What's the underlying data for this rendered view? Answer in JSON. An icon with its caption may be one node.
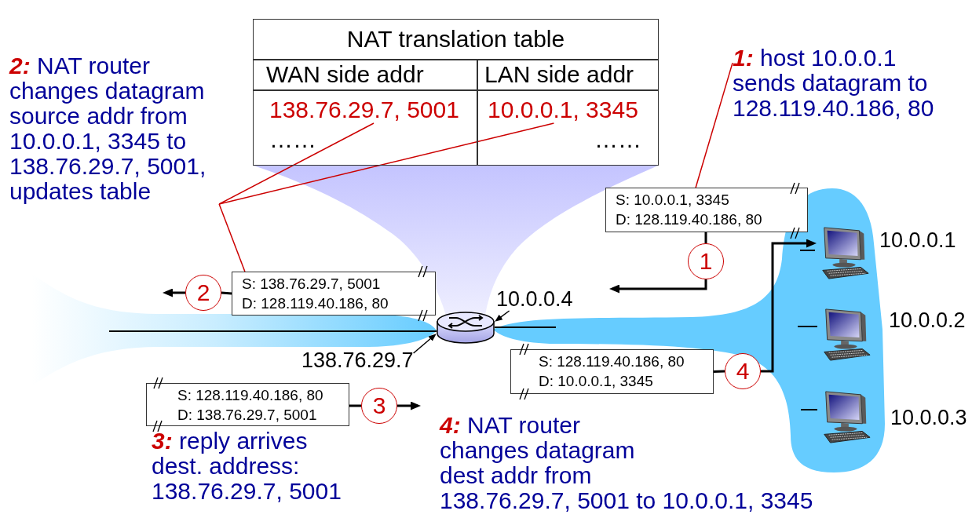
{
  "diagram": {
    "nodes": [
      {
        "text": [
          "NAT translation table"
        ]
      },
      {
        "text": [
          "WAN side addr"
        ],
        "in": 0
      },
      {
        "text": [
          "LAN side addr"
        ],
        "in": 0
      },
      {
        "text": [
          "138.76.29.7, 5001"
        ],
        "in": 0
      },
      {
        "text": [
          "10.0.0.1, 3345"
        ],
        "in": 0
      },
      {
        "text": [
          "……"
        ],
        "in": 0
      },
      {
        "text": [
          "……"
        ],
        "in": 0
      },
      {
        "text": [
          "**2:** NAT router changes datagram source addr from 10.0.0.1, 3345 to 138.76.29.7, 5001, updates table"
        ]
      },
      {
        "text": [
          "**1:** host 10.0.0.1 sends datagram to 128.119.40.186, 80"
        ]
      },
      {
        "text": [
          "S: 10.0.0.1, 3345",
          "D: 128.119.40.186, 80"
        ]
      },
      {
        "text": [],
        "shape": "picture",
        "beside": [
          "10.0.0.1"
        ]
      },
      {
        "text": [
          "1"
        ]
      },
      {
        "text": [
          "2"
        ]
      },
      {
        "text": [
          "S: 138.76.29.7, 5001",
          "D: 128.119.40.186, 80"
        ]
      },
      {
        "text": [],
        "shape": "cylinder"
      },
      {
        "text": [
          "10.0.0.4"
        ]
      },
      {
        "text": [],
        "shape": "picture",
        "beside": [
          "10.0.0.2"
        ]
      },
      {
        "text": [
          "138.76.29.7"
        ]
      },
      {
        "text": [
          "S: 128.119.40.186, 80",
          "D: 10.0.0.1, 3345"
        ]
      },
      {
        "text": [
          "4"
        ]
      },
      {
        "text": [
          "S: 128.119.40.186, 80",
          "D: 138.76.29.7, 5001"
        ]
      },
      {
        "text": [
          "3"
        ]
      },
      {
        "text": [],
        "shape": "picture",
        "beside": [
          "10.0.0.3"
        ]
      }
    ],
    "edges": [
      {
        "from": 8,
        "to": 9,
        "arrow": "none",
        "color": "#cc0000"
      },
      {
        "from": 9,
        "to": 11,
        "arrow": "none"
      },
      {
        "from": 11,
        "to": null,
        "arrow": "to"
      },
      {
        "from": 7,
        "to": 13,
        "arrow": "none",
        "color": "#cc0000"
      },
      {
        "from": 7,
        "to": 3,
        "arrow": "none",
        "color": "#cc0000"
      },
      {
        "from": 7,
        "to": 4,
        "arrow": "none",
        "color": "#cc0000"
      },
      {
        "from": 13,
        "to": 12,
        "arrow": "none"
      },
      {
        "from": 12,
        "to": null,
        "arrow": "to"
      },
      {
        "from": 15,
        "to": 14,
        "arrow": "to"
      },
      {
        "from": 17,
        "to": 14,
        "arrow": "to"
      },
      {
        "from": 18,
        "to": 19,
        "arrow": "none"
      },
      {
        "from": 19,
        "to": 10,
        "arrow": "to"
      },
      {
        "from": 20,
        "to": 21,
        "arrow": "none"
      },
      {
        "from": 21,
        "to": null,
        "arrow": "to"
      }
    ],
    "labels": [
      "**3:** reply arrives dest. address: 138.76.29.7, 5001",
      "**4:** NAT router changes datagram dest addr from 138.76.29.7, 5001 to 10.0.0.1, 3345"
    ]
  }
}
